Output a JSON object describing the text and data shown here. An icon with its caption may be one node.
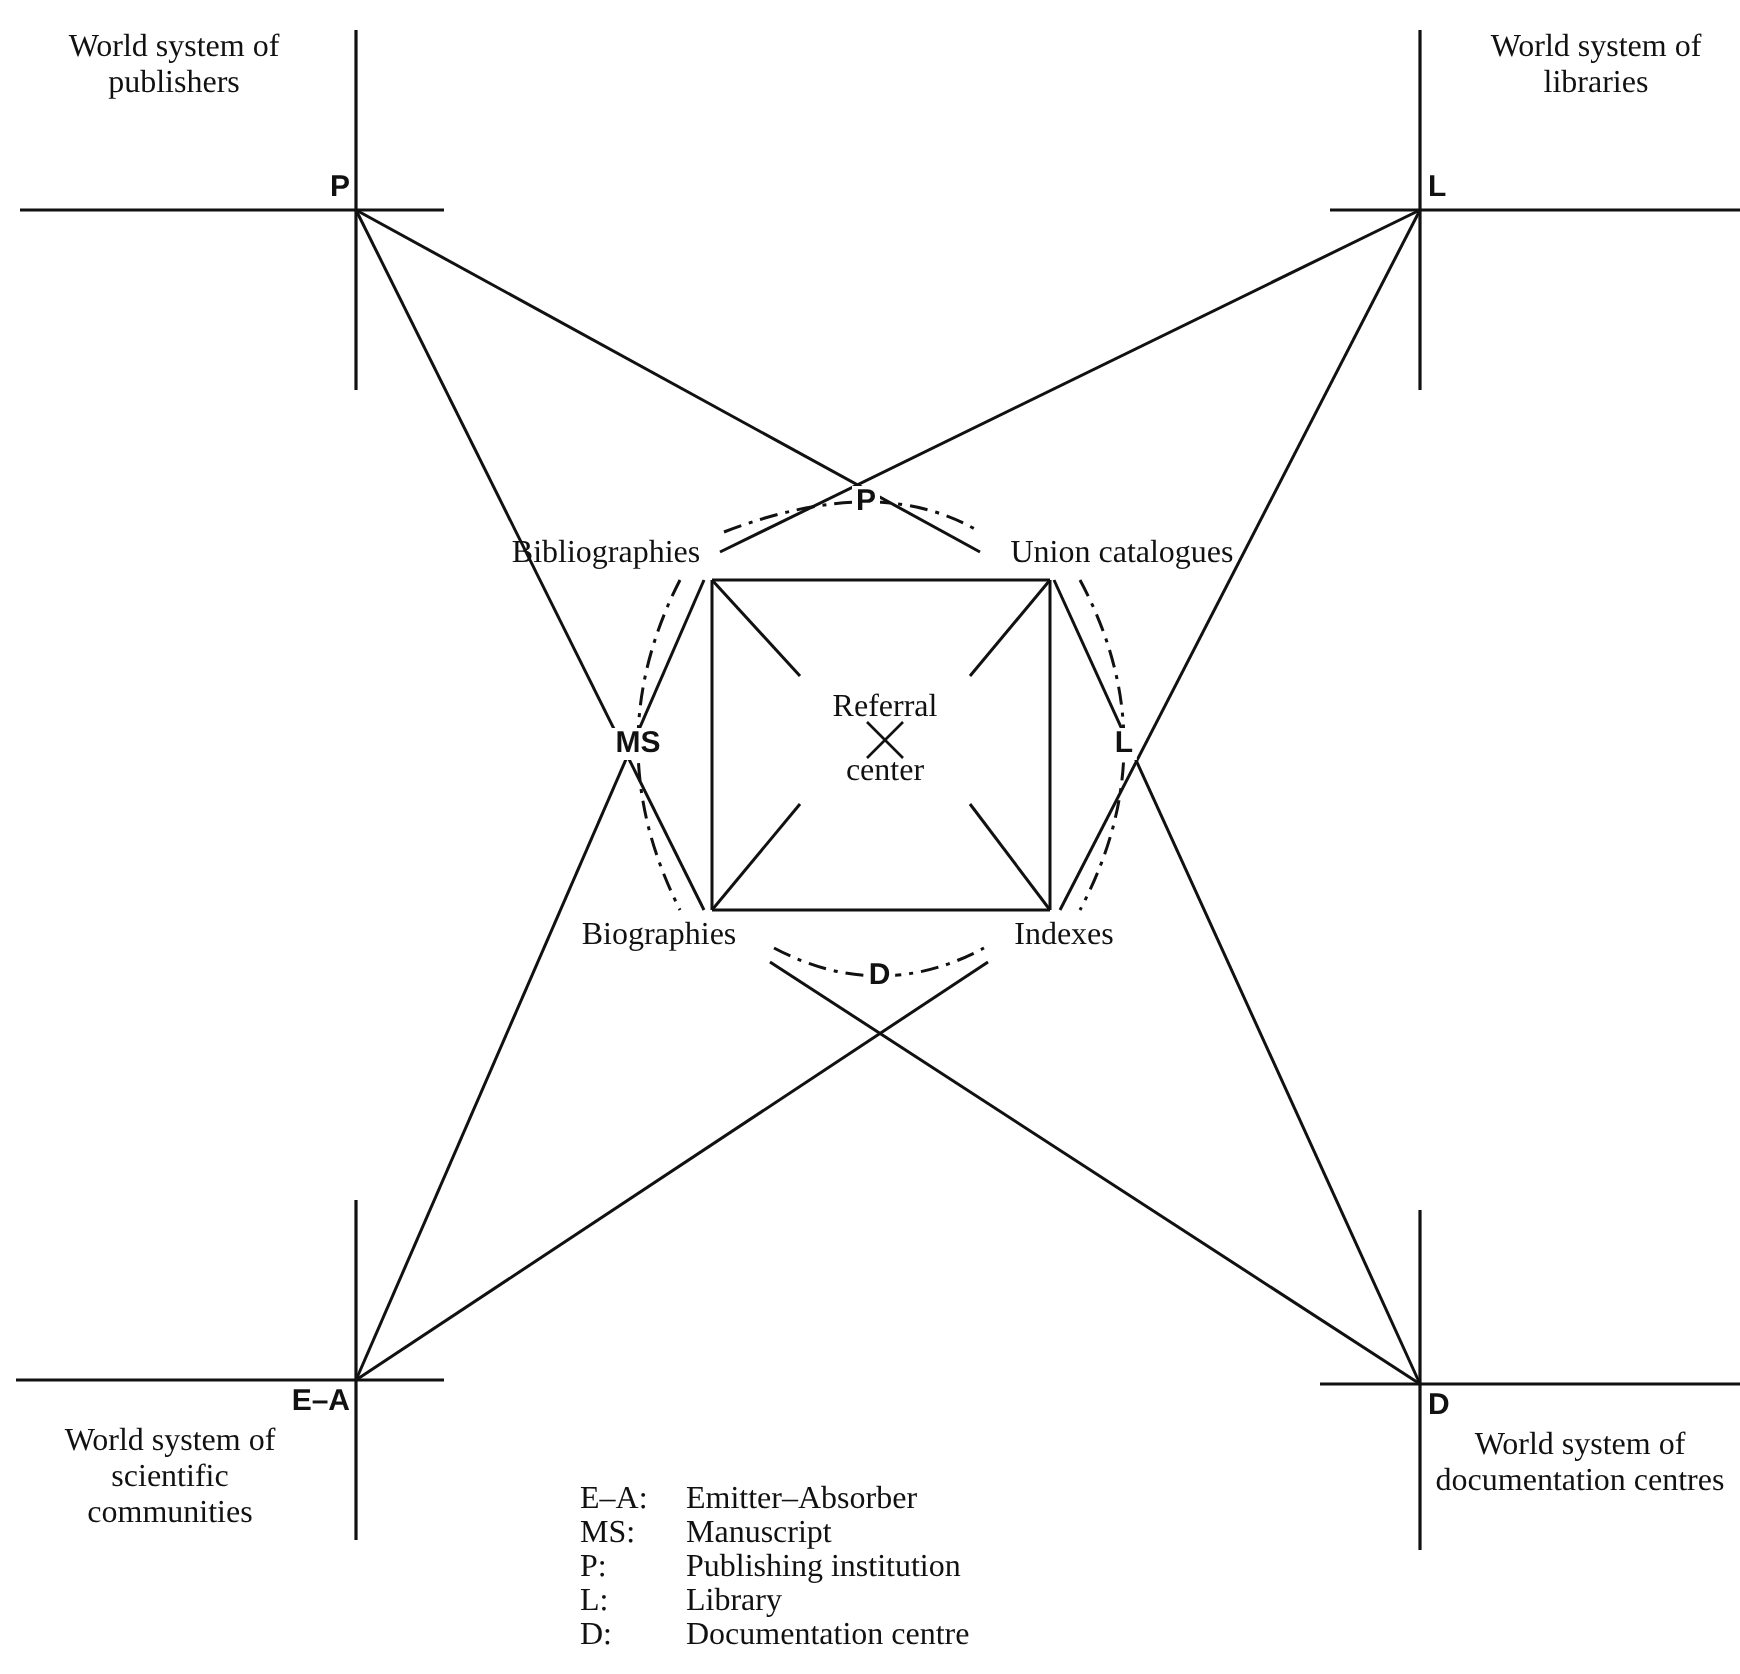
{
  "diagram": {
    "nodes": [
      {
        "text": [
          "World system of publishers",
          "P"
        ]
      },
      {
        "text": [
          "World system of libraries",
          "L"
        ]
      },
      {
        "text": [
          "Bibliographies"
        ]
      },
      {
        "text": [
          "Union catalogues"
        ]
      },
      {
        "text": [
          "Referral center"
        ]
      },
      {
        "text": [
          "Biographies"
        ]
      },
      {
        "text": [
          "Indexes"
        ]
      },
      {
        "text": [
          "E–A",
          "World system of scientific communities"
        ]
      },
      {
        "text": [
          "D",
          "World system of documentation centres"
        ]
      }
    ],
    "edges": [
      {
        "from": 0,
        "to": 3,
        "arrow": "none"
      },
      {
        "from": 0,
        "to": 5,
        "arrow": "none"
      },
      {
        "from": 1,
        "to": 2,
        "arrow": "none"
      },
      {
        "from": 1,
        "to": 6,
        "arrow": "none"
      },
      {
        "from": 7,
        "to": 2,
        "arrow": "none"
      },
      {
        "from": 7,
        "to": 6,
        "arrow": "none"
      },
      {
        "from": 8,
        "to": 5,
        "arrow": "none"
      },
      {
        "from": 8,
        "to": 3,
        "arrow": "none"
      },
      {
        "from": 2,
        "to": 3,
        "arrow": "none"
      },
      {
        "from": 3,
        "to": 6,
        "arrow": "none"
      },
      {
        "from": 5,
        "to": 6,
        "arrow": "none"
      },
      {
        "from": 2,
        "to": 5,
        "arrow": "none"
      },
      {
        "from": 2,
        "to": 4,
        "arrow": "none"
      },
      {
        "from": 3,
        "to": 4,
        "arrow": "none"
      },
      {
        "from": 5,
        "to": 4,
        "arrow": "none"
      },
      {
        "from": 6,
        "to": 4,
        "arrow": "none"
      },
      {
        "from": 2,
        "to": 3,
        "arrow": "none",
        "label": "P",
        "style": "dashed"
      },
      {
        "from": 2,
        "to": 5,
        "arrow": "none",
        "label": "MS",
        "style": "dashed"
      },
      {
        "from": 3,
        "to": 6,
        "arrow": "none",
        "label": "L",
        "style": "dashed"
      },
      {
        "from": 5,
        "to": 6,
        "arrow": "none",
        "label": "D",
        "style": "dashed"
      }
    ],
    "labels": [
      "E–A:",
      "Emitter–Absorber",
      "MS:",
      "Manuscript",
      "P:",
      "Publishing institution",
      "L:",
      "Library",
      "D:",
      "Documentation centre"
    ]
  }
}
